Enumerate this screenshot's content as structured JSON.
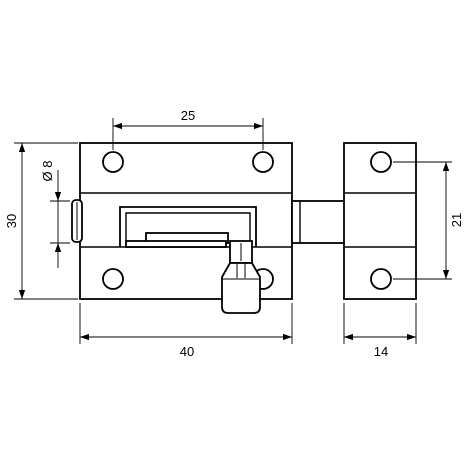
{
  "drawing": {
    "dimensions": {
      "top_width": "25",
      "diameter": "Ø 8",
      "height": "30",
      "total_width": "40",
      "keeper_width": "14",
      "keeper_hole_spacing": "21"
    }
  }
}
